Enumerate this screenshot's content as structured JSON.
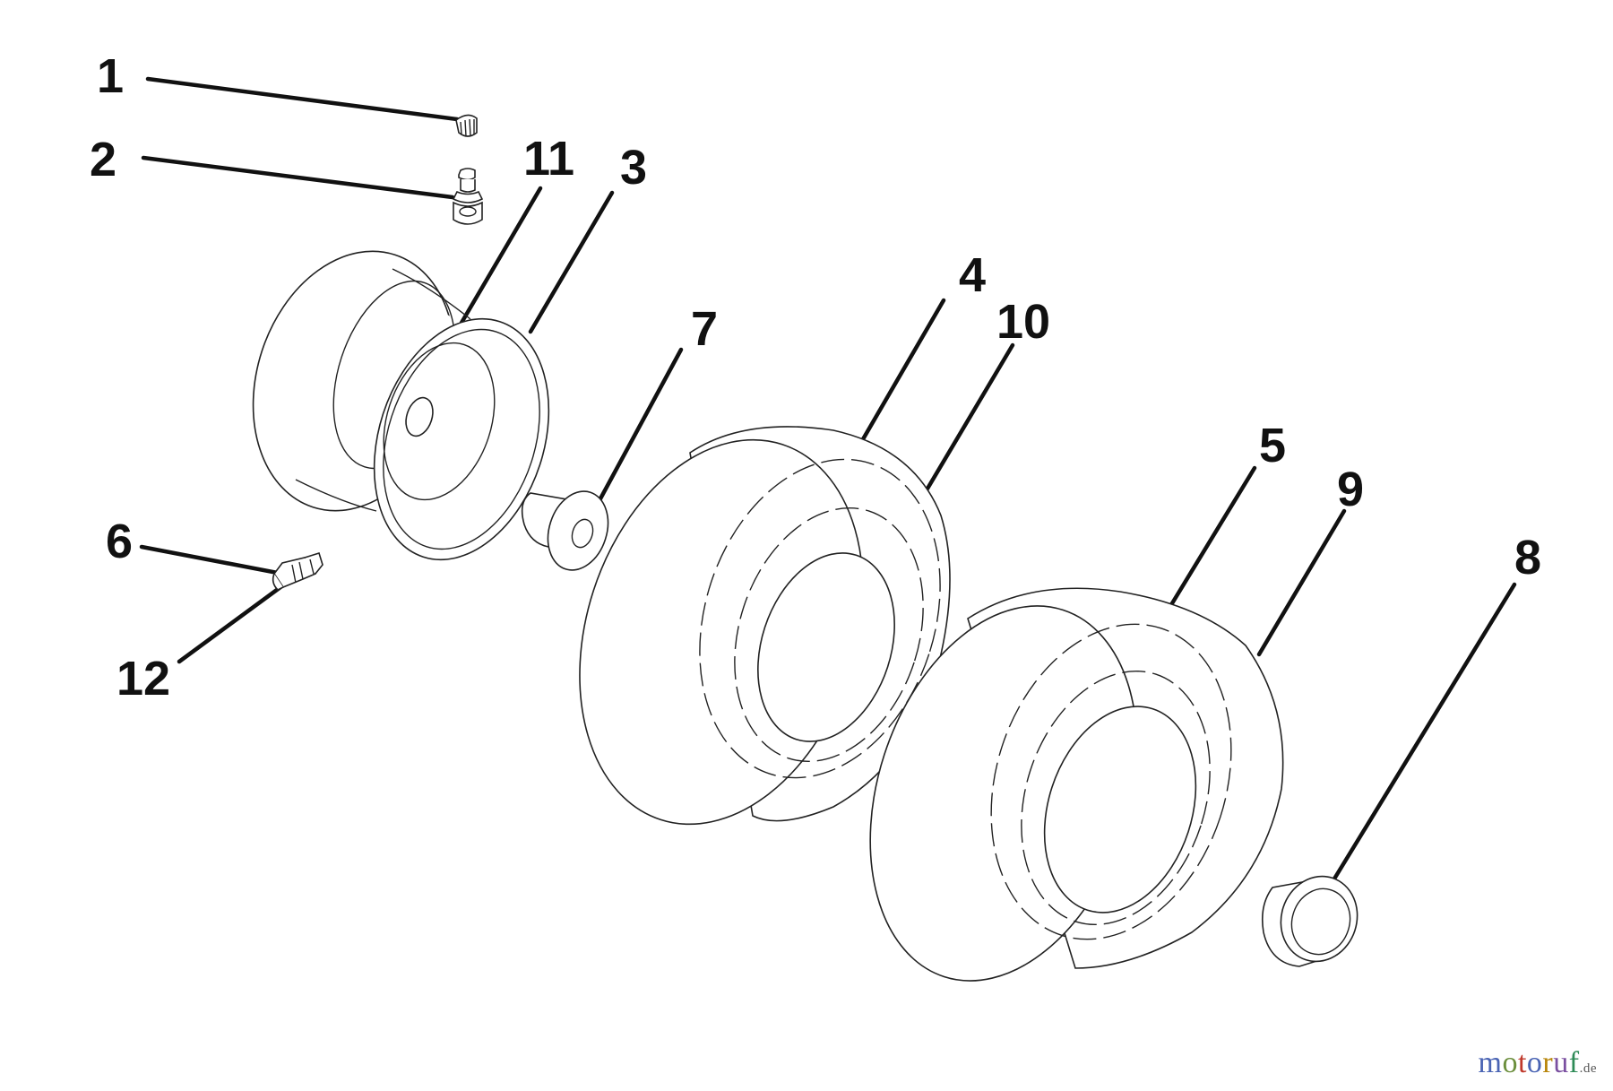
{
  "callouts": [
    "1",
    "2",
    "3",
    "4",
    "5",
    "6",
    "7",
    "8",
    "9",
    "10",
    "11",
    "12"
  ],
  "watermark": {
    "letters": [
      "m",
      "o",
      "t",
      "o",
      "r",
      "u",
      "f"
    ],
    "colors": [
      "#4a64b4",
      "#6b8e3c",
      "#c0392b",
      "#4a64b4",
      "#b8860b",
      "#7a4fa0",
      "#2e8b57"
    ],
    "suffix": ".de"
  }
}
